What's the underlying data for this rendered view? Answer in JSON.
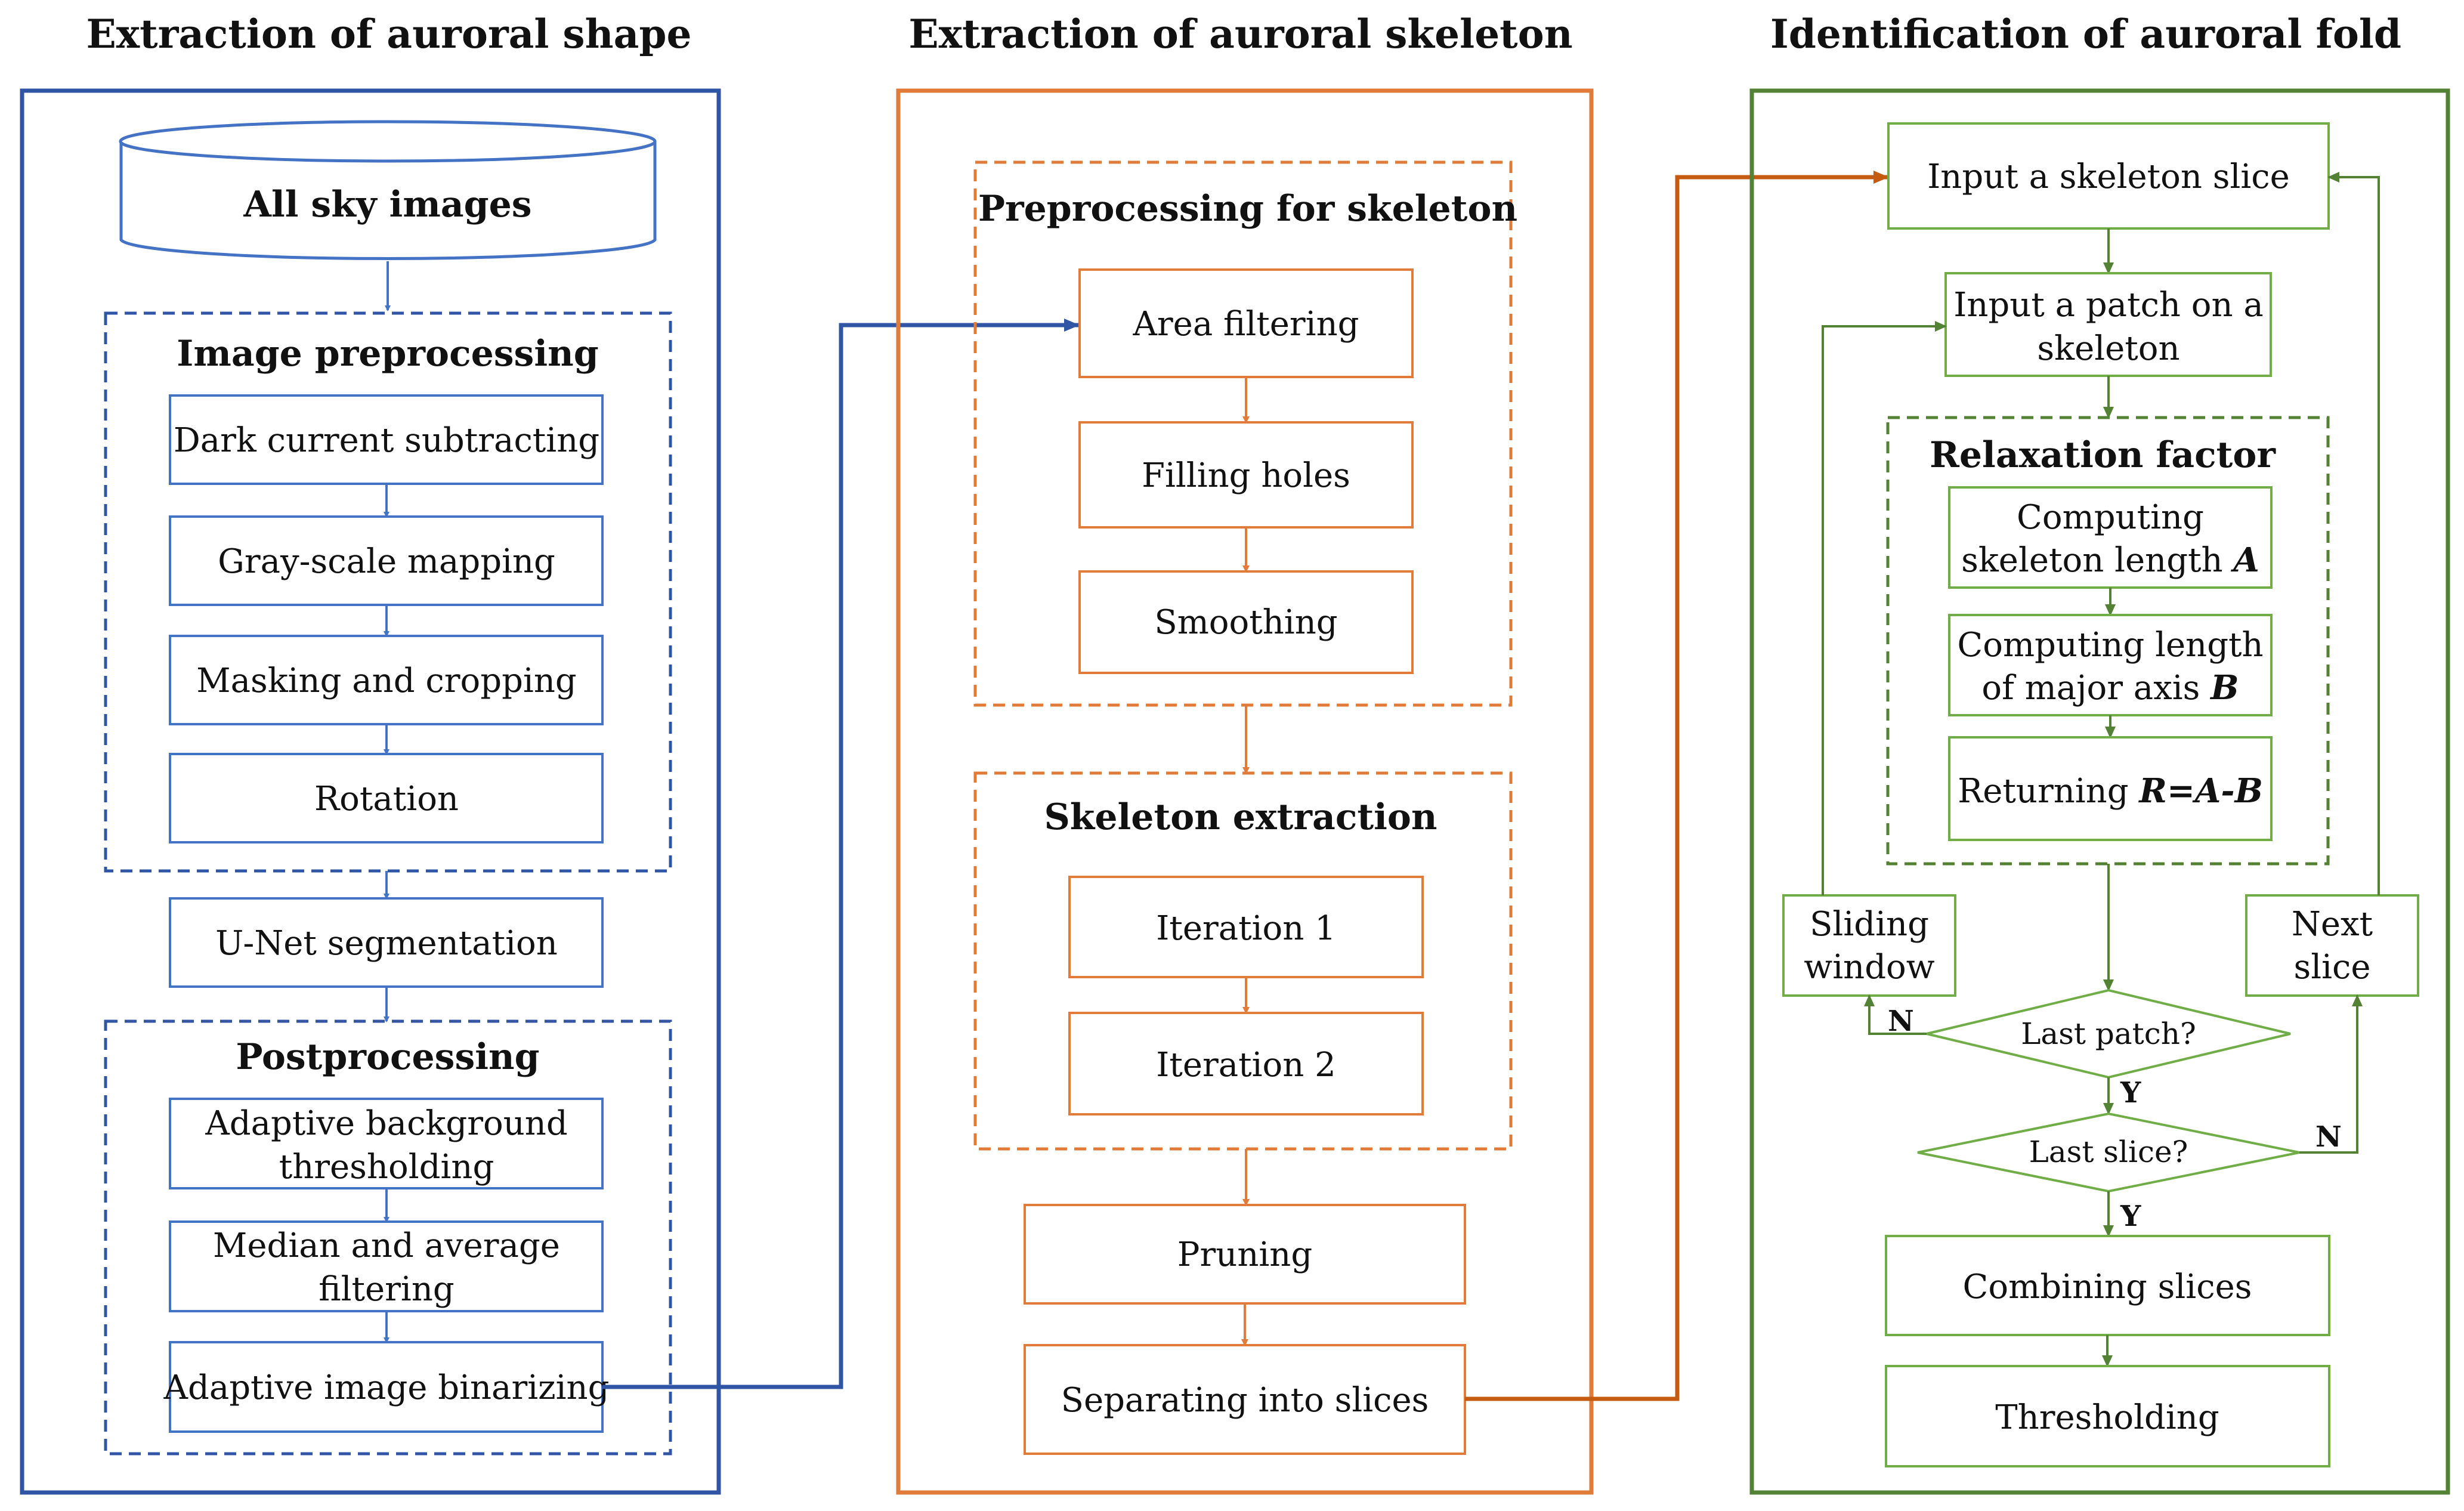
{
  "colors": {
    "blue": "#4472c4",
    "blue_thick": "#2f55a4",
    "orange": "#e07b39",
    "orange_dark": "#c55a11",
    "green": "#70ad47",
    "green_dark": "#548235"
  },
  "columns": {
    "shape": {
      "title": "Extraction of auroral shape",
      "database": "All sky images",
      "preprocessing_group": {
        "label": "Image preprocessing",
        "steps": [
          "Dark current subtracting",
          "Gray-scale mapping",
          "Masking and cropping",
          "Rotation"
        ]
      },
      "segmentation": "U-Net segmentation",
      "postprocessing_group": {
        "label": "Postprocessing",
        "steps": [
          [
            "Adaptive background",
            "thresholding"
          ],
          [
            "Median and average",
            "filtering"
          ],
          [
            "Adaptive image binarizing"
          ]
        ]
      }
    },
    "skeleton": {
      "title": "Extraction of auroral skeleton",
      "preprocessing_group": {
        "label": "Preprocessing for skeleton",
        "steps": [
          "Area filtering",
          "Filling holes",
          "Smoothing"
        ]
      },
      "extraction_group": {
        "label": "Skeleton extraction",
        "steps": [
          "Iteration 1",
          "Iteration 2"
        ]
      },
      "pruning": "Pruning",
      "separating": "Separating into slices"
    },
    "fold": {
      "title": "Identification of auroral fold",
      "input_slice": "Input a skeleton slice",
      "input_patch": [
        "Input a patch on a",
        "skeleton"
      ],
      "relaxation_group": {
        "label": "Relaxation factor",
        "computing_a": [
          "Computing",
          "skeleton length ",
          "A"
        ],
        "computing_b": [
          "Computing length",
          "of major axis ",
          "B"
        ],
        "returning": [
          "Returning ",
          "R",
          "=",
          "A",
          "-",
          "B"
        ]
      },
      "sliding_window": [
        "Sliding",
        "window"
      ],
      "next_slice": [
        "Next",
        "slice"
      ],
      "last_patch": "Last patch?",
      "last_slice": "Last slice?",
      "yes": "Y",
      "no": "N",
      "combining": "Combining slices",
      "thresholding": "Thresholding"
    }
  }
}
